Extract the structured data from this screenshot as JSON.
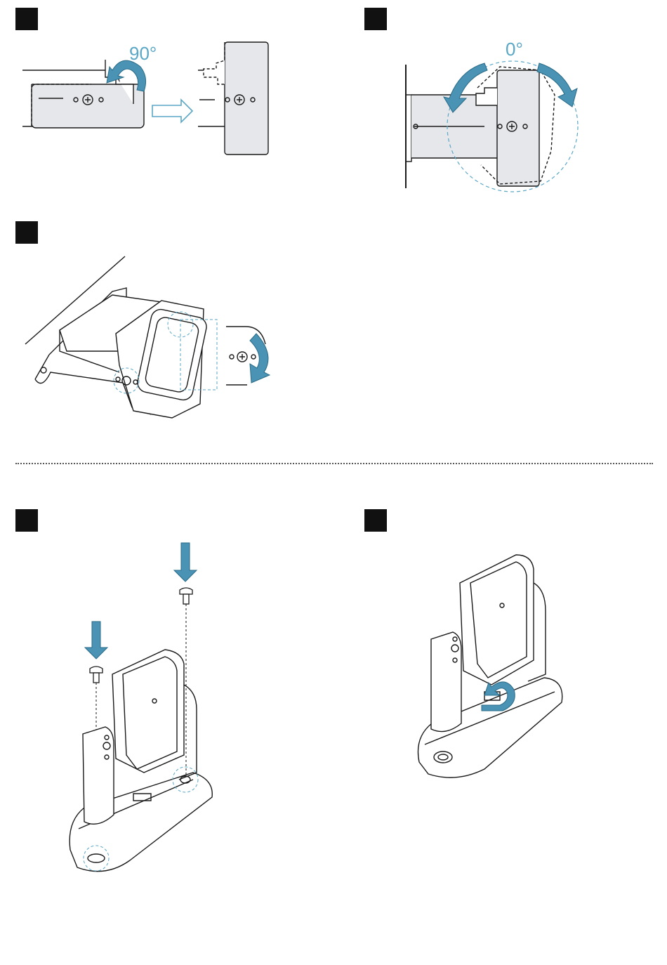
{
  "steps": [
    {
      "id": "step-1",
      "angle_label": "90°"
    },
    {
      "id": "step-2",
      "angle_label": "0°"
    },
    {
      "id": "step-3"
    },
    {
      "id": "step-4"
    },
    {
      "id": "step-5"
    }
  ],
  "colors": {
    "accent": "#4a93b5",
    "accent_light": "#5aa7c6",
    "line": "#1a1a1a",
    "fill": "#e6e7ea"
  },
  "icons": [
    "rotate-arrow-icon",
    "right-arrow-icon",
    "down-arrow-icon",
    "screw-icon"
  ]
}
